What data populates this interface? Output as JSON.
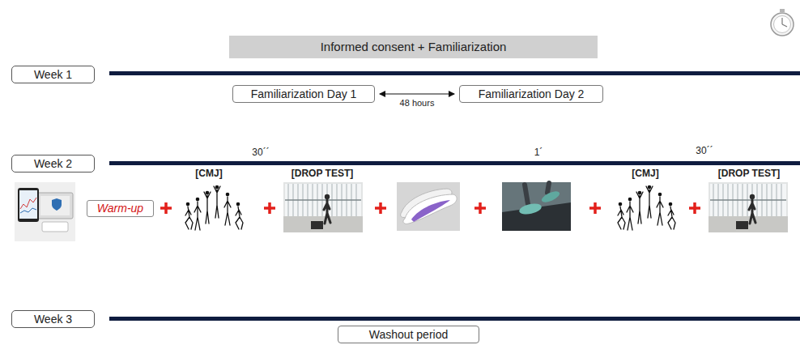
{
  "diagram": {
    "nodes": [
      {
        "text": [
          "Informed consent + Familiarization"
        ]
      },
      {
        "text": [
          "Week 1"
        ]
      },
      {
        "text": [
          "Familiarization Day 1"
        ]
      },
      {
        "text": [
          "Familiarization Day 2"
        ]
      },
      {
        "text": [
          "Week 2"
        ]
      },
      {
        "text": [
          "Warm-up"
        ]
      },
      {
        "text": [
          "Week 3"
        ]
      },
      {
        "text": [
          "Washout period"
        ]
      }
    ],
    "edges": [
      {
        "from": 2,
        "to": 3,
        "arrow": "both",
        "label": "48 hours"
      }
    ],
    "labels": [
      "30´´",
      "1´",
      "30´´",
      "[CMJ]",
      "[DROP TEST]",
      "[CMJ]",
      "[DROP TEST]"
    ]
  }
}
